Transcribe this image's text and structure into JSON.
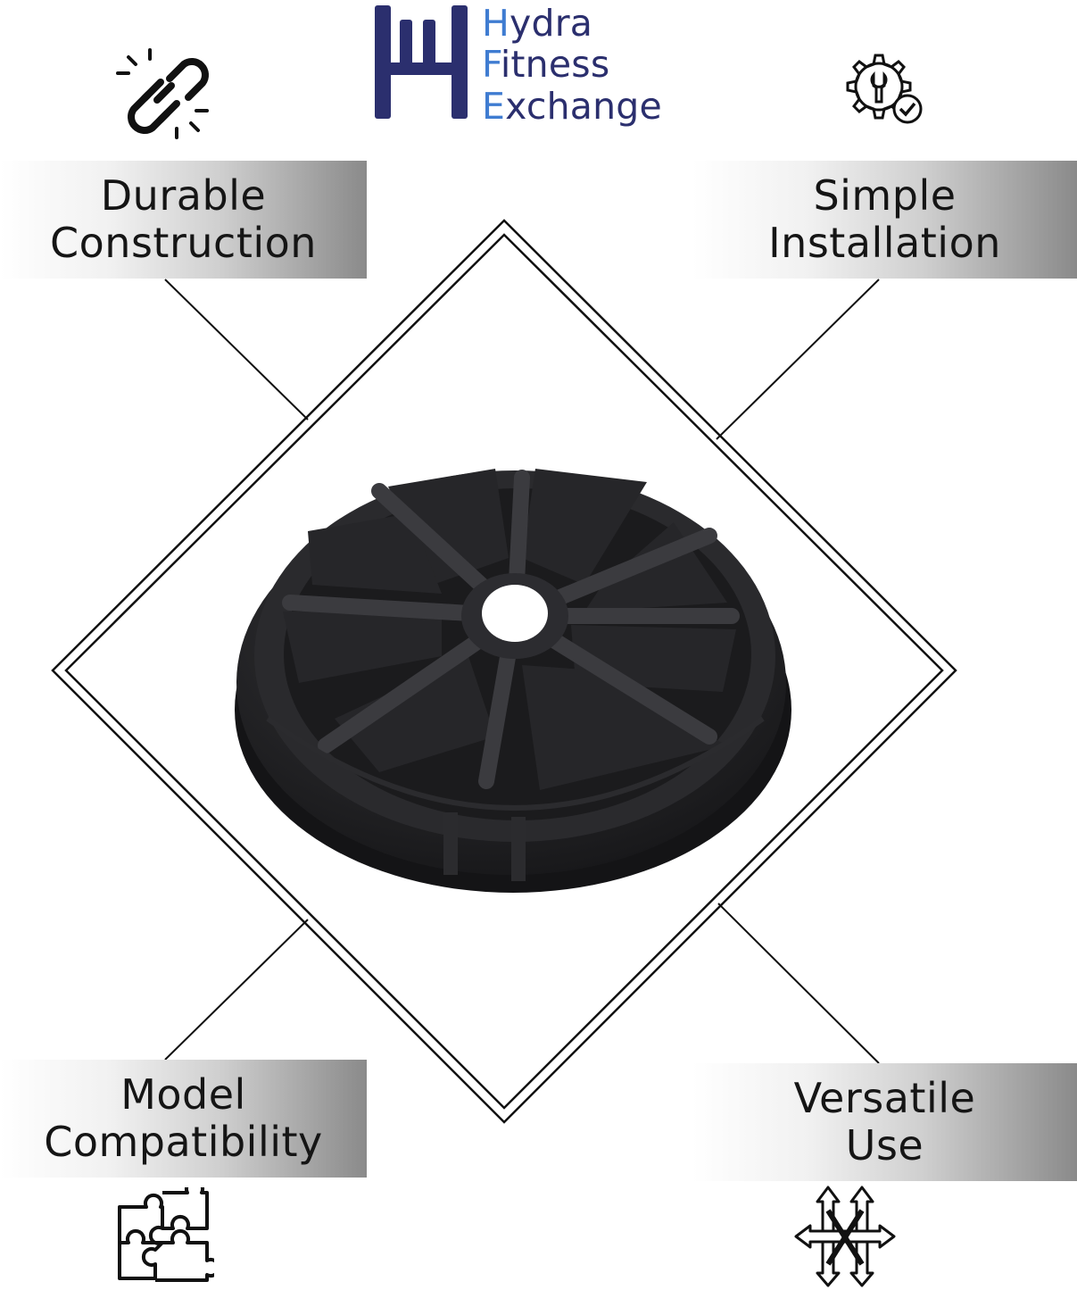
{
  "logo": {
    "lines": [
      {
        "first": "H",
        "rest": "ydra"
      },
      {
        "first": "F",
        "rest": "itness"
      },
      {
        "first": "E",
        "rest": "xchange"
      }
    ],
    "colors": {
      "navy": "#2b2f6e",
      "blue": "#3f7cd1"
    }
  },
  "features": {
    "durable": {
      "line1": "Durable",
      "line2": "Construction",
      "icon": "broken-chain-icon"
    },
    "simple": {
      "line1": "Simple",
      "line2": "Installation",
      "icon": "gear-wrench-check-icon"
    },
    "model": {
      "line1": "Model",
      "line2": "Compatibility",
      "icon": "puzzle-icon"
    },
    "versatile": {
      "line1": "Versatile",
      "line2": "Use",
      "icon": "crossing-arrows-icon"
    }
  },
  "product": {
    "icon": "rubber-wheel-bumper",
    "color": "#1c1c1e"
  }
}
